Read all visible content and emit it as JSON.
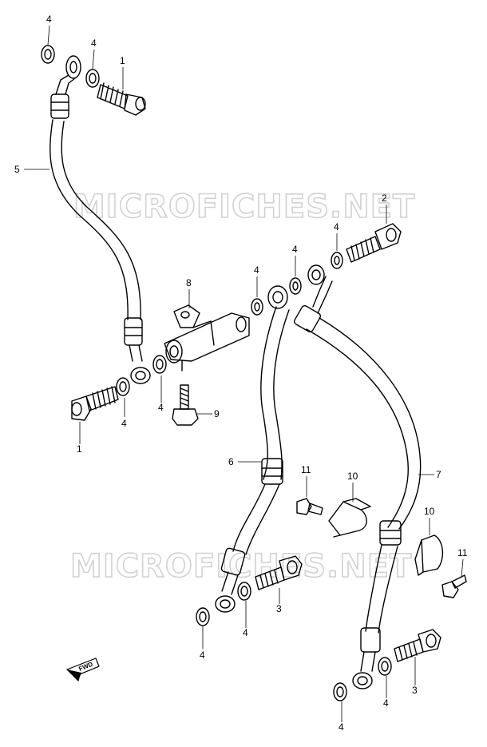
{
  "watermark": "MICROFICHES.NET",
  "fwd_label": "FWD",
  "labels": {
    "bolt_top": "1",
    "bolt_left": "1",
    "bolt_right_top": "2",
    "bolt_mid": "3",
    "bolt_bottom": "3",
    "washer_a": "4",
    "washer_b": "4",
    "washer_c": "4",
    "washer_d": "4",
    "washer_e": "4",
    "washer_f": "4",
    "washer_g": "4",
    "washer_h": "4",
    "washer_i": "4",
    "washer_j": "4",
    "washer_k": "4",
    "hose_left": "5",
    "hose_mid": "6",
    "hose_right": "7",
    "joint": "8",
    "joint_bolt": "9",
    "clamp_a": "10",
    "clamp_b": "10",
    "clamp_bolt_a": "11",
    "clamp_bolt_b": "11"
  }
}
